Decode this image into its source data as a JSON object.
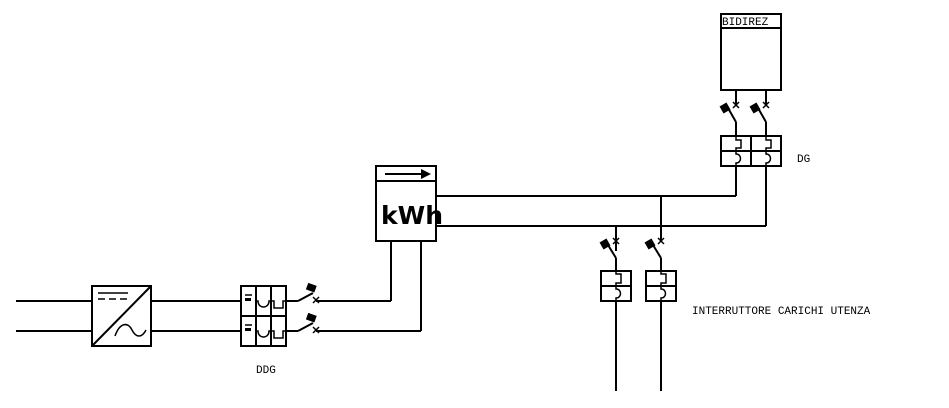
{
  "diagram": {
    "title": "Single-line electrical diagram",
    "components": {
      "inverter": {
        "label": "",
        "symbol": "dc-ac-converter"
      },
      "ddg": {
        "label": "DDG"
      },
      "meter": {
        "label": "kWh",
        "direction_icon": "arrow-right-icon"
      },
      "bidirectional_meter": {
        "label": "BIDIREZ"
      },
      "dg": {
        "label": "DG"
      },
      "load_breakers": {
        "label": "INTERRUTTORE CARICHI UTENZA",
        "count": 2
      }
    },
    "colors": {
      "stroke": "#000000",
      "background": "#ffffff"
    }
  }
}
